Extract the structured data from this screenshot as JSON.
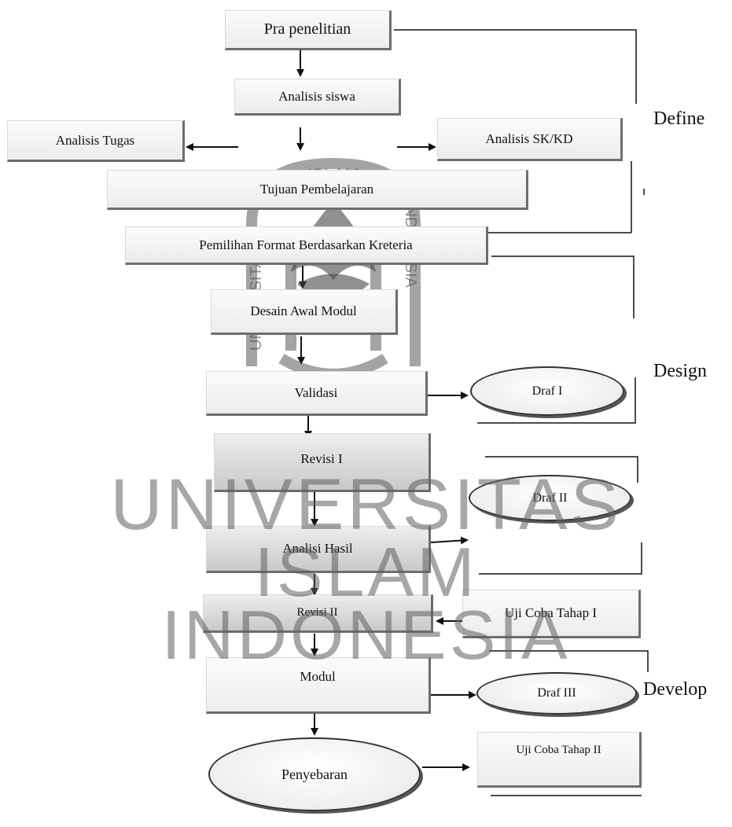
{
  "nodes": {
    "pra_penelitian": "Pra penelitian",
    "analisis_siswa": "Analisis siswa",
    "analisis_tugas": "Analisis  Tugas",
    "analisis_skkd": "Analisis  SK/KD",
    "tujuan": "Tujuan Pembelajaran",
    "pemilihan": "Pemilihan Format Berdasarkan Kreteria",
    "desain": "Desain Awal Modul",
    "validasi": "Validasi",
    "draf1": "Draf I",
    "revisi1": "Revisi I",
    "draf2": "Draf II",
    "analisi_hasil": "Analisi Hasil",
    "revisi2": "Revisi II",
    "uji1": "Uji Coba Tahap I",
    "modul": "Modul",
    "draf3": "Draf III",
    "penyebaran": "Penyebaran",
    "uji2": "Uji Coba Tahap II"
  },
  "phases": {
    "define": "Define",
    "design": "Design",
    "develop": "Develop"
  },
  "watermark": {
    "line1": "UNIVERSITAS",
    "line2": "ISLAM",
    "line3": "INDONESIA",
    "logo_text_top": "ISLAM",
    "logo_text_left": "UNIVERSITAS",
    "logo_text_right": "INDONESIA"
  }
}
